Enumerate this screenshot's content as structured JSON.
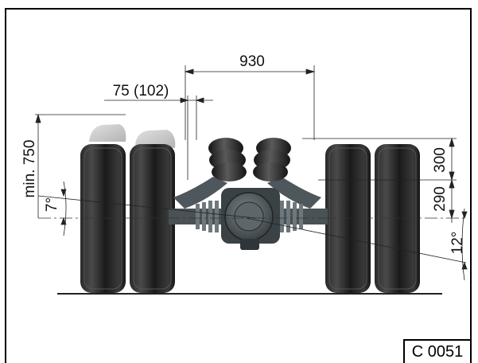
{
  "dimensions": {
    "track_width": "930",
    "offset": "75 (102)",
    "ground_clearance": "min. 750",
    "upper_height": "300",
    "lower_height": "290",
    "left_angle": "7°",
    "right_angle": "12°"
  },
  "drawing_code": "C 0051",
  "colors": {
    "tire_dark": "#1c1c1c",
    "tire_mid": "#3a3a3a",
    "axle_gray": "#5c6468",
    "line": "#222222"
  }
}
